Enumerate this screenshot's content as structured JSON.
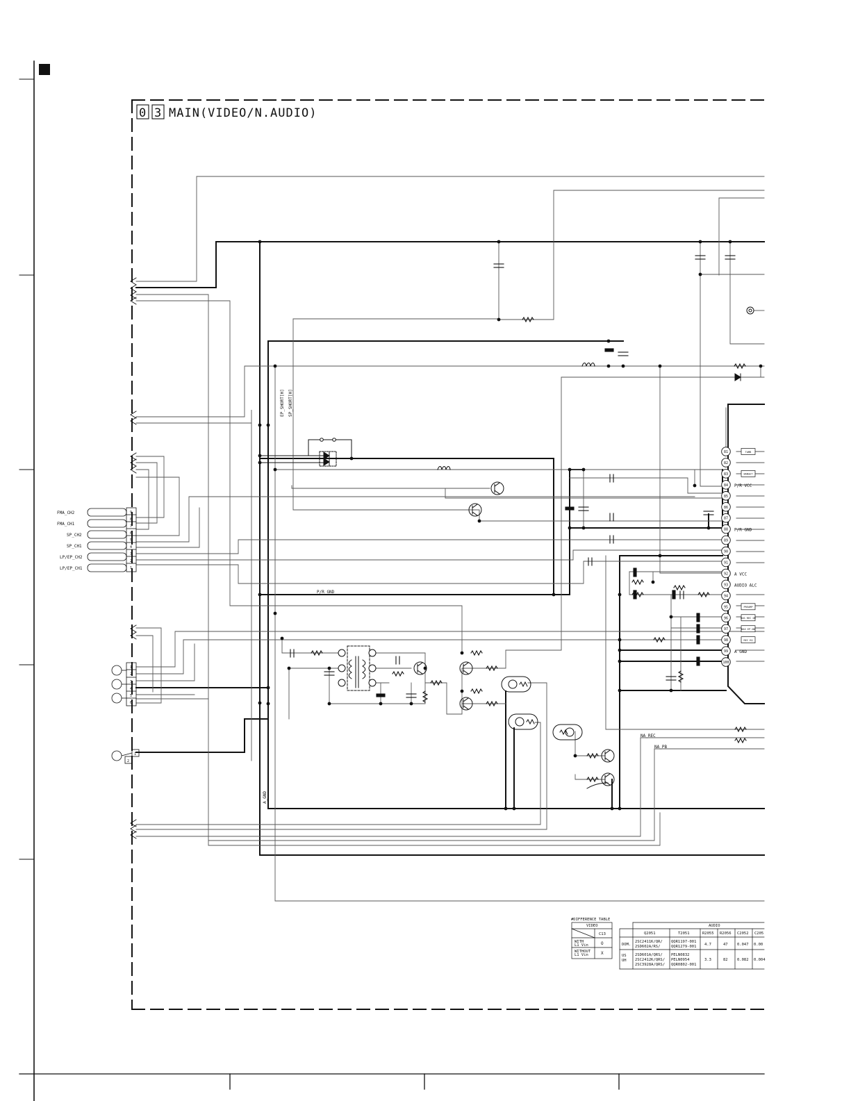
{
  "header": {
    "box_digits": [
      "0",
      "3"
    ],
    "title": "MAIN(VIDEO/N.AUDIO)"
  },
  "connectors": {
    "audio_heads": [
      {
        "label": "FMA_CH2",
        "pin": "9"
      },
      {
        "label": "FMA_CH1",
        "pin": "7"
      },
      {
        "label": "SP_CH2",
        "pin": "5"
      },
      {
        "label": "SP_CH1",
        "pin": "3"
      },
      {
        "label": "LP/EP_CH2",
        "pin": "2"
      },
      {
        "label": "LP/EP_CH1",
        "pin": "1"
      }
    ],
    "audio_pins": [
      "9",
      "8",
      "7",
      "6",
      "5",
      "4",
      "3",
      "2",
      "1"
    ],
    "video_pins": [
      "1",
      "2",
      "3",
      "4",
      "5",
      "6"
    ],
    "lower_pins": [
      "1",
      "2"
    ]
  },
  "net_labels": {
    "ep_short": "EP_SHORT[H]",
    "sp_short": "SP_SHORT[H]",
    "pr_gnd_line": "P/R GND",
    "a_gnd": "A_GND",
    "na_rec": "NA_REC",
    "na_pb": "NA_PB"
  },
  "ic_pins": [
    {
      "num": "81",
      "label": "",
      "box": "TAMB"
    },
    {
      "num": "82",
      "label": "",
      "box": ""
    },
    {
      "num": "83",
      "label": "",
      "box": "BANSET"
    },
    {
      "num": "84",
      "label": "P/R VCC",
      "box": ""
    },
    {
      "num": "85",
      "label": "",
      "box": ""
    },
    {
      "num": "86",
      "label": "",
      "box": ""
    },
    {
      "num": "87",
      "label": "",
      "box": ""
    },
    {
      "num": "88",
      "label": "P/R GND",
      "box": ""
    },
    {
      "num": "89",
      "label": "",
      "box": ""
    },
    {
      "num": "90",
      "label": "",
      "box": ""
    },
    {
      "num": "91",
      "label": "",
      "box": ""
    },
    {
      "num": "92",
      "label": "A VCC",
      "box": ""
    },
    {
      "num": "93",
      "label": "AUDIO ALC",
      "box": ""
    },
    {
      "num": "94",
      "label": "",
      "box": ""
    },
    {
      "num": "95",
      "label": "",
      "box": "PREAMP"
    },
    {
      "num": "96",
      "label": "",
      "box": "BAS REC ON"
    },
    {
      "num": "97",
      "label": "",
      "box": "BAS EP ON"
    },
    {
      "num": "98",
      "label": "",
      "box": "REC EQ"
    },
    {
      "num": "99",
      "label": "A GND",
      "box": ""
    },
    {
      "num": "100",
      "label": "",
      "box": ""
    }
  ],
  "difference_table": {
    "title": "#DIFFERENCE TABLE",
    "video": {
      "group": "VIDEO",
      "col": "C13",
      "rows": [
        {
          "label1": "WITH",
          "label2": "L1 Vin",
          "mark": "O"
        },
        {
          "label1": "WITHOUT",
          "label2": "L1 Vin",
          "mark": "X"
        }
      ]
    },
    "audio": {
      "group": "AUDIO",
      "cols": [
        "Q2051",
        "T2051",
        "R2055",
        "R2056",
        "C2052",
        "C205"
      ],
      "rows": [
        {
          "region": "DOM.",
          "q": [
            "2SC2411K/QR/",
            "2SD602A/RS/"
          ],
          "t": [
            "QQR1197-001",
            "QQR1279-001"
          ],
          "r55": "4.7",
          "r56": "47",
          "c52": "0.047",
          "c5x": "0.00"
        },
        {
          "region": "US",
          "region2": "UH",
          "q": [
            "2SD601A/QRS/",
            "2SC2412K/QRS/",
            "2SC3928A/QRS/"
          ],
          "t": [
            "PELN0832",
            "PELN0954",
            "QQR0802-001"
          ],
          "r55": "3.3",
          "r56": "82",
          "c52": "0.082",
          "c5x": "0.004"
        }
      ]
    }
  }
}
